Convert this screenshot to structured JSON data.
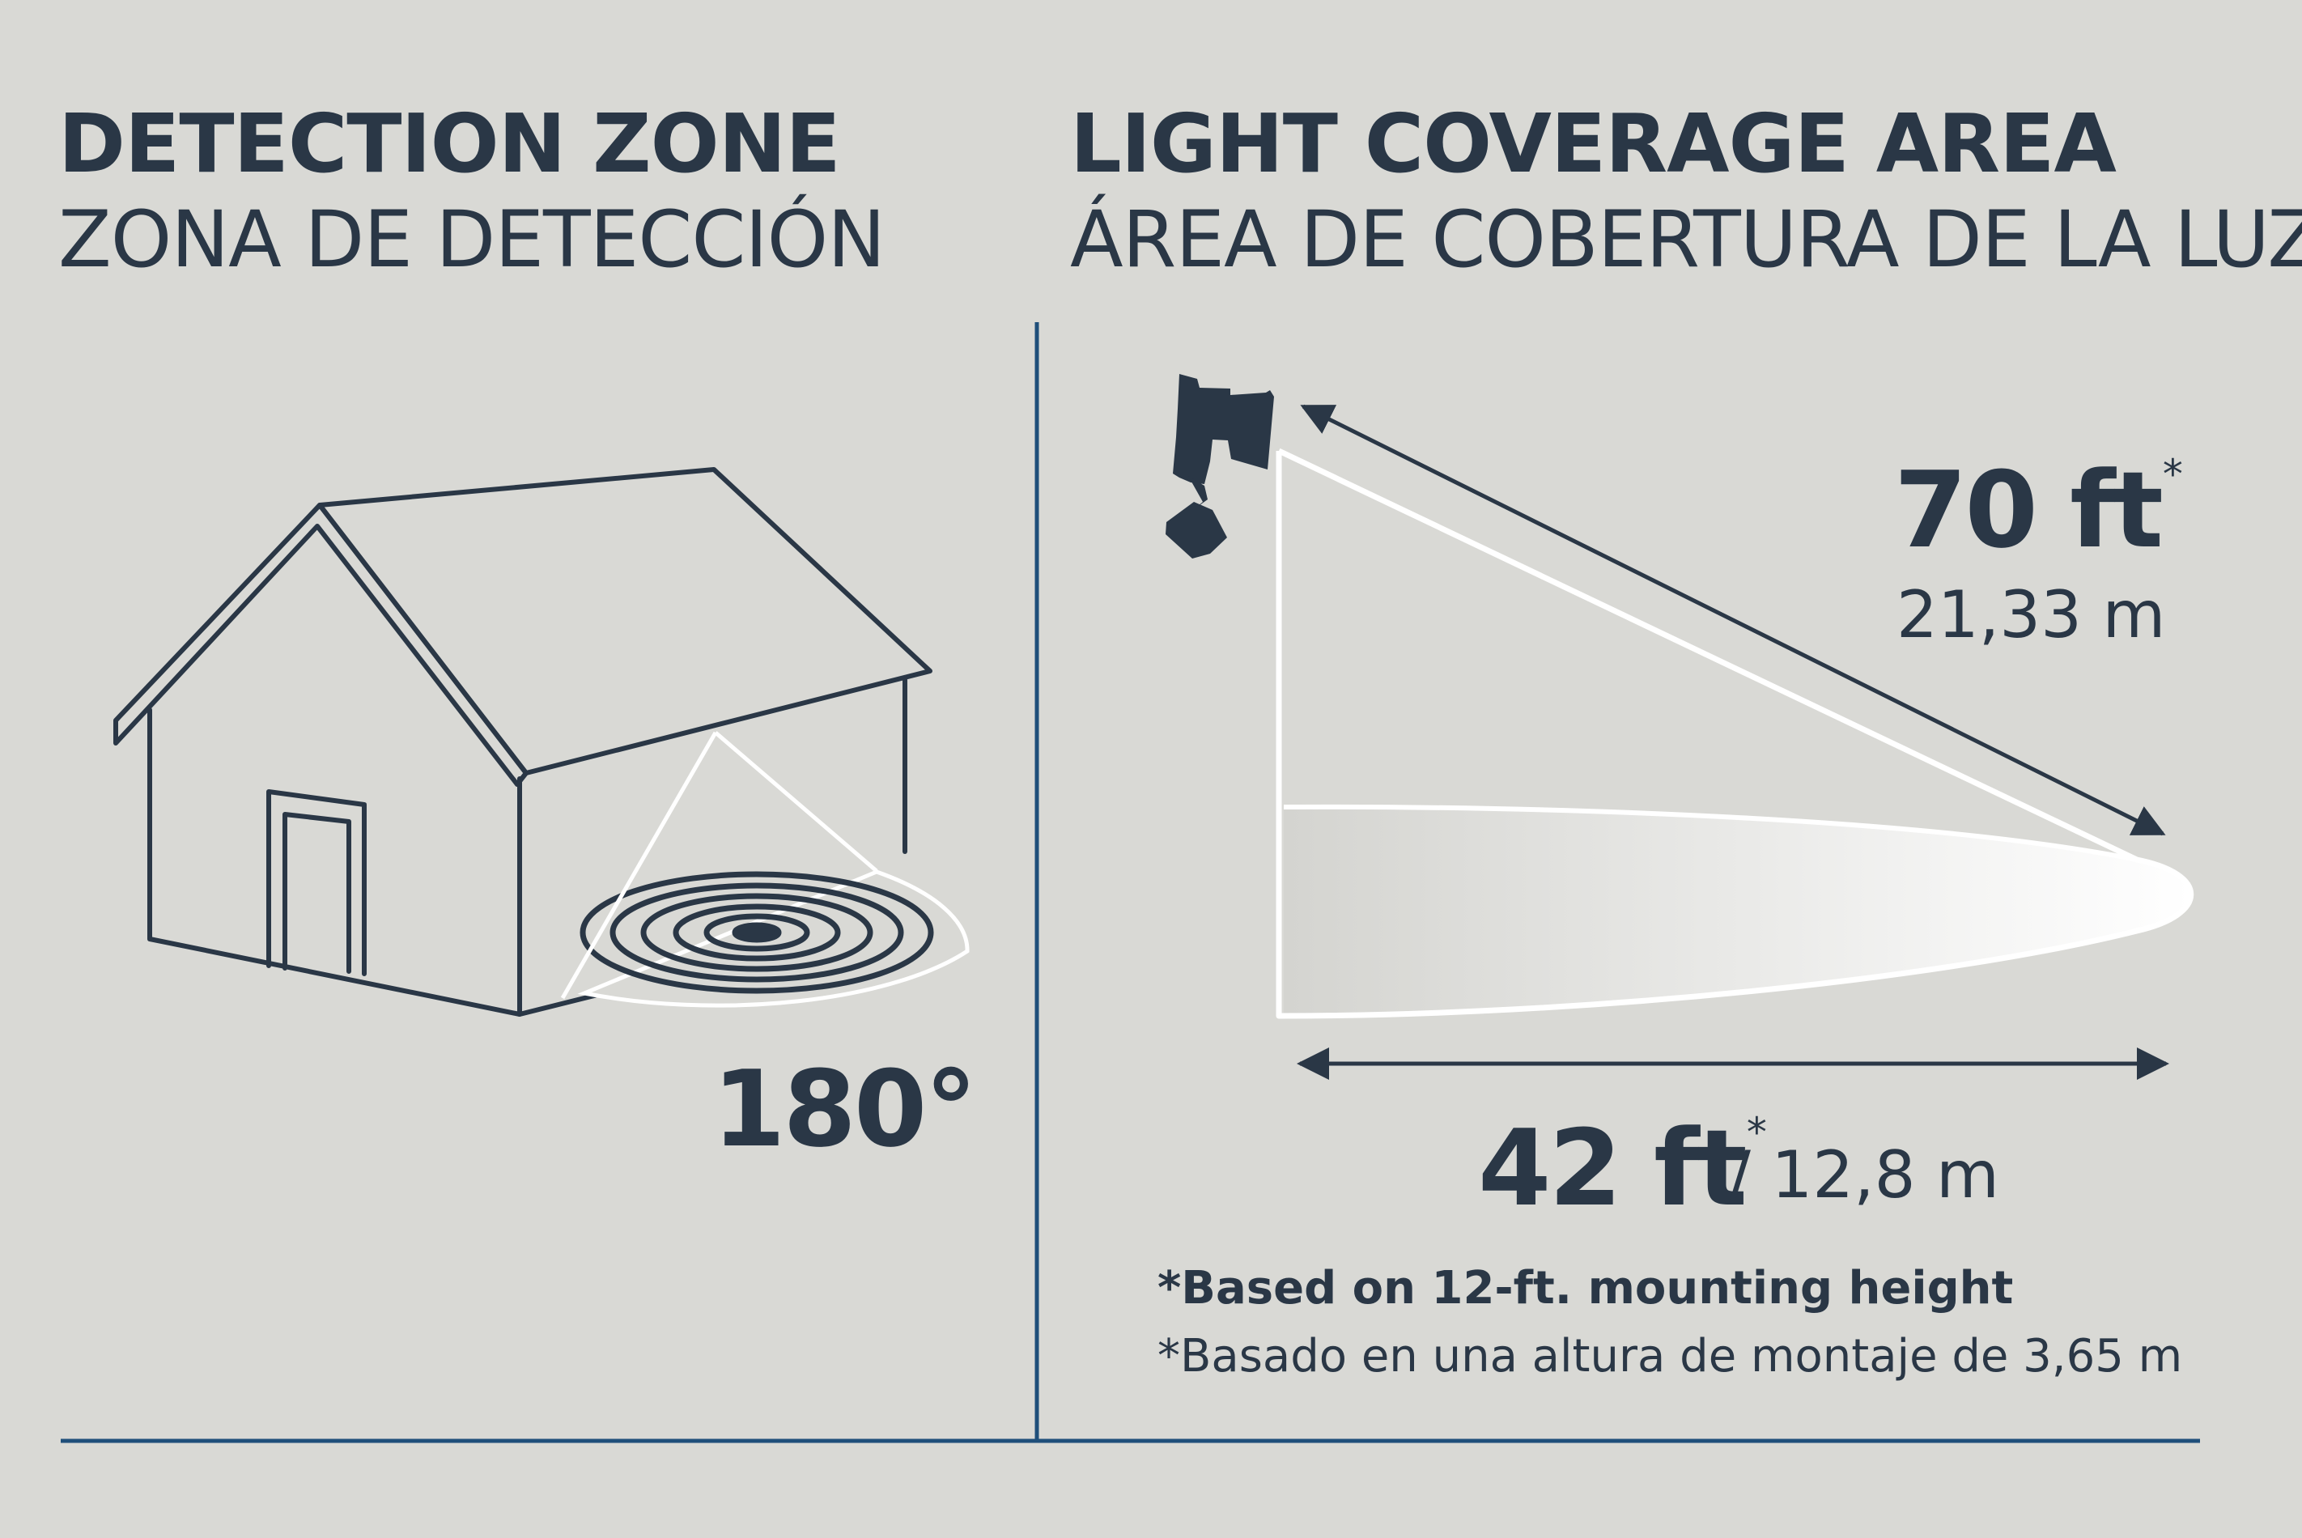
{
  "detection": {
    "title_en": "DETECTION ZONE",
    "title_es": "ZONA DE DETECCIÓN",
    "angle_label": "180°"
  },
  "coverage": {
    "title_en": "LIGHT COVERAGE AREA",
    "title_es": "ÁREA DE COBERTURA DE LA LUZ",
    "distance_ft": "70 ft",
    "distance_mark": "*",
    "distance_m": "21,33 m",
    "width_ft": "42 ft",
    "width_mark": "*",
    "width_m": "/ 12,8 m"
  },
  "footnote": {
    "en": "*Based on 12-ft. mounting height",
    "es": "*Basado en una altura de montaje de 3,65 m"
  },
  "colors": {
    "background": "#d9d9d5",
    "ink": "#2a3746",
    "divider": "#1f4f7a",
    "highlight": "#ffffff"
  }
}
